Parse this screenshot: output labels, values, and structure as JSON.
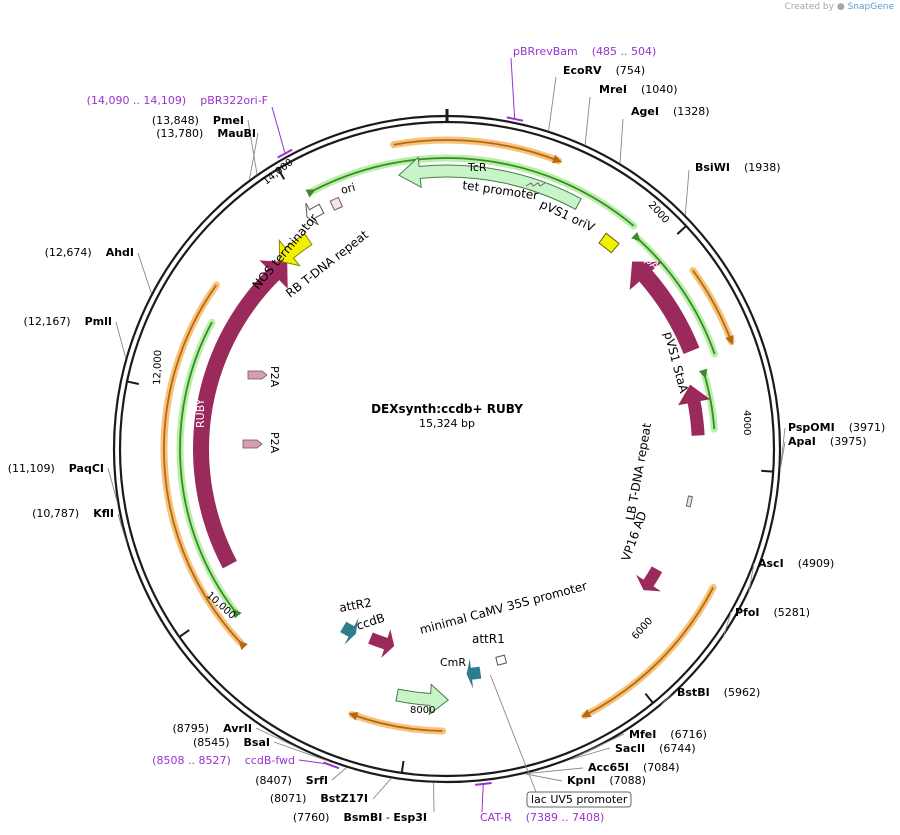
{
  "credit": {
    "prefix": "Created by",
    "brand": "SnapGene"
  },
  "plasmid": {
    "name": "DEXsynth:ccdb+ RUBY",
    "size_label": "15,324 bp",
    "length": 15324
  },
  "ticks": [
    {
      "pos": 2000,
      "label": "2000"
    },
    {
      "pos": 4000,
      "label": "4000"
    },
    {
      "pos": 6000,
      "label": "6000"
    },
    {
      "pos": 8000,
      "label": "8000"
    },
    {
      "pos": 10000,
      "label": "10,000"
    },
    {
      "pos": 12000,
      "label": "12,000"
    },
    {
      "pos": 14000,
      "label": "14,000"
    }
  ],
  "sites": [
    {
      "name": "EcoRV",
      "coord": "(754)",
      "pos": 754
    },
    {
      "name": "MreI",
      "coord": "(1040)",
      "pos": 1040
    },
    {
      "name": "AgeI",
      "coord": "(1328)",
      "pos": 1328
    },
    {
      "name": "BsiWI",
      "coord": "(1938)",
      "pos": 1938
    },
    {
      "name": "PspOMI",
      "coord": "(3971)",
      "pos": 3971
    },
    {
      "name": "ApaI",
      "coord": "(3975)",
      "pos": 3975
    },
    {
      "name": "AscI",
      "coord": "(4909)",
      "pos": 4909
    },
    {
      "name": "PfoI",
      "coord": "(5281)",
      "pos": 5281
    },
    {
      "name": "BstBI",
      "coord": "(5962)",
      "pos": 5962
    },
    {
      "name": "MfeI",
      "coord": "(6716)",
      "pos": 6716
    },
    {
      "name": "SacII",
      "coord": "(6744)",
      "pos": 6744
    },
    {
      "name": "Acc65I",
      "coord": "(7084)",
      "pos": 7084
    },
    {
      "name": "KpnI",
      "coord": "(7088)",
      "pos": 7088
    },
    {
      "name": "BstZ17I",
      "coord": "(8071)",
      "pos": 8071
    },
    {
      "name": "SrfI",
      "coord": "(8407)",
      "pos": 8407
    },
    {
      "name": "BsaI",
      "coord": "(8545)",
      "pos": 8545
    },
    {
      "name": "AvrII",
      "coord": "(8795)",
      "pos": 8795
    },
    {
      "name": "KflI",
      "coord": "(10,787)",
      "pos": 10787
    },
    {
      "name": "PaqCI",
      "coord": "(11,109)",
      "pos": 11109
    },
    {
      "name": "PmlI",
      "coord": "(12,167)",
      "pos": 12167
    },
    {
      "name": "AhdI",
      "coord": "(12,674)",
      "pos": 12674
    },
    {
      "name": "MauBI",
      "coord": "(13,780)",
      "pos": 13780
    },
    {
      "name": "PmeI",
      "coord": "(13,848)",
      "pos": 13848
    }
  ],
  "combined_site": {
    "coord": "(7760)",
    "name1": "BsmBI",
    "sep": " - ",
    "name2": "Esp3I",
    "pos": 7760
  },
  "primers": [
    {
      "name": "pBRrevBam",
      "coord": "(485 .. 504)",
      "pos": 495
    },
    {
      "name": "pBR322ori-F",
      "coord": "(14,090 .. 14,109)",
      "pos": 14100
    },
    {
      "name": "ccdB-fwd",
      "coord": "(8508 .. 8527)",
      "pos": 8518
    },
    {
      "name": "CAT-R",
      "coord": "(7389 .. 7408)",
      "pos": 7398
    }
  ],
  "lac_promoter": {
    "label": "lac UV5 promoter",
    "pos": 7200
  },
  "features": [
    {
      "name": "TcR",
      "label_in_arrow": true
    },
    {
      "name": "tet promoter"
    },
    {
      "name": "pVS1 oriV"
    },
    {
      "name": "pVS1 RepA",
      "label_in_arrow": true
    },
    {
      "name": "pVS1 StaA"
    },
    {
      "name": "LB T-DNA repeat"
    },
    {
      "name": "VP16 AD"
    },
    {
      "name": "minimal CaMV 35S promoter"
    },
    {
      "name": "attR1"
    },
    {
      "name": "CmR",
      "label_in_arrow": true
    },
    {
      "name": "ccdB"
    },
    {
      "name": "attR2"
    },
    {
      "name": "RUBY",
      "label_in_arrow": true
    },
    {
      "name": "P2A"
    },
    {
      "name": "P2A"
    },
    {
      "name": "NOS terminator"
    },
    {
      "name": "RB T-DNA repeat"
    },
    {
      "name": "ori",
      "label_in_arrow": true
    }
  ],
  "colors": {
    "backbone": "#1a1a1a",
    "site_line": "#888888",
    "primer": "#9b30d0",
    "resistance": "#c8f5c8",
    "resistance_stroke": "#4a7a4a",
    "orf_maroon": "#9a2a5c",
    "ori_yellow": "#f2f200",
    "attr_teal": "#2e7d8c",
    "p2a_pink": "#d4a0b0",
    "orange_track": "#f7c27a",
    "orange_core": "#b56a12",
    "green_track": "#b8f0a8",
    "green_core": "#3b8a28"
  }
}
